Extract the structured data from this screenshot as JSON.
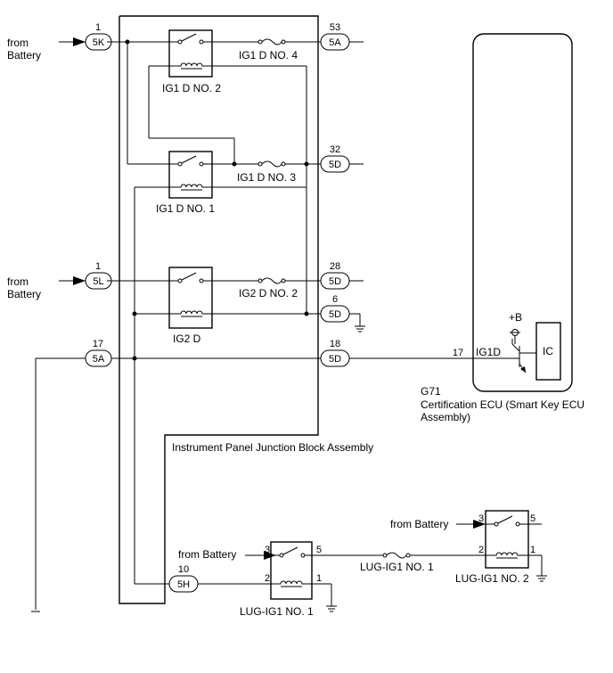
{
  "labels": {
    "from_battery_line1": "from",
    "from_battery_line2": "Battery",
    "from_battery_inline": "from Battery",
    "jb_name": "Instrument Panel Junction Block Assembly",
    "ecu_code": "G71",
    "ecu_name_line1": "Certification ECU (Smart Key ECU",
    "ecu_name_line2": "Assembly)",
    "plus_b": "+B",
    "ic": "IC",
    "ig1d_terminal": "IG1D"
  },
  "relays": {
    "ig1d_no2": "IG1 D NO. 2",
    "ig1d_no1": "IG1 D NO. 1",
    "ig2d": "IG2 D",
    "lug_ig1_no1": "LUG-IG1 NO. 1",
    "lug_ig1_no2": "LUG-IG1 NO. 2"
  },
  "fuses": {
    "ig1d_no4": "IG1 D NO. 4",
    "ig1d_no3": "IG1 D NO. 3",
    "ig2d_no2": "IG2 D NO. 2",
    "lug_ig1_no1": "LUG-IG1 NO. 1"
  },
  "connectors": {
    "c5k": "5K",
    "c5l": "5L",
    "c5a_left": "5A",
    "c5a_right": "5A",
    "c5d_32": "5D",
    "c5d_28": "5D",
    "c5d_6": "5D",
    "c5d_18": "5D",
    "c5h": "5H"
  },
  "pins": {
    "p1_5k": "1",
    "p1_5l": "1",
    "p17_5a": "17",
    "p53": "53",
    "p32": "32",
    "p28": "28",
    "p6": "6",
    "p18": "18",
    "p17_ecu": "17",
    "p10": "10",
    "lug1_p3": "3",
    "lug1_p5": "5",
    "lug1_p2": "2",
    "lug1_p1": "1",
    "lug2_p3": "3",
    "lug2_p5": "5",
    "lug2_p2": "2",
    "lug2_p1": "1"
  }
}
